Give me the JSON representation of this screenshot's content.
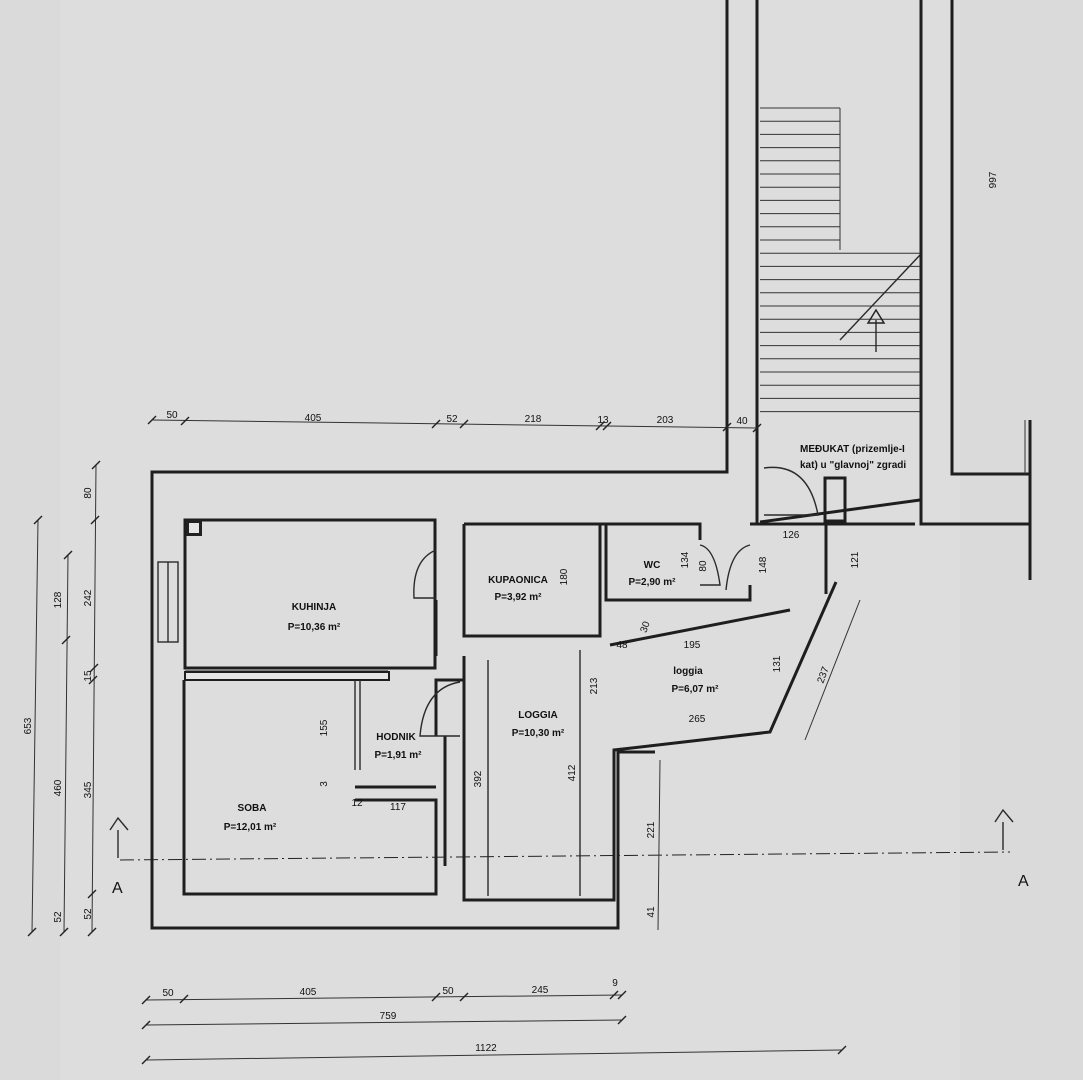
{
  "rooms": {
    "kuhinja": {
      "name": "KUHINJA",
      "area": "P=10,36 m²"
    },
    "kupaonica": {
      "name": "KUPAONICA",
      "area": "P=3,92 m²"
    },
    "wc": {
      "name": "WC",
      "area": "P=2,90 m²"
    },
    "loggia_small": {
      "name": "loggia",
      "area": "P=6,07 m²"
    },
    "loggia_large": {
      "name": "LOGGIA",
      "area": "P=10,30 m²"
    },
    "hodnik": {
      "name": "HODNIK",
      "area": "P=1,91 m²"
    },
    "soba": {
      "name": "SOBA",
      "area": "P=12,01 m²"
    }
  },
  "note": {
    "line1": "MEĐUKAT (prizemlje-I",
    "line2": "kat) u \"glavnoj\" zgradi"
  },
  "section_marks": {
    "left": "A",
    "right": "A"
  },
  "dims": {
    "top": [
      "50",
      "405",
      "52",
      "218",
      "13",
      "203",
      "40"
    ],
    "bottom1": [
      "50",
      "405",
      "50",
      "245",
      "9"
    ],
    "bottom2": "759",
    "bottom3": "1122",
    "left_outer": "653",
    "left_mid": [
      "460",
      "52"
    ],
    "left_inner": [
      "80",
      "242",
      "15",
      "345",
      "52"
    ],
    "left_128": "128",
    "right_997": "997",
    "interior": {
      "d155": "155",
      "d3": "3",
      "d12": "12",
      "d117": "117",
      "d180": "180",
      "d134": "134",
      "d80": "80",
      "d148": "148",
      "d126": "126",
      "d121": "121",
      "d30": "30",
      "d195": "195",
      "d48": "48",
      "d213": "213",
      "d131": "131",
      "d237": "237",
      "d265": "265",
      "d392": "392",
      "d412": "412",
      "d221": "221",
      "d41": "41"
    }
  }
}
